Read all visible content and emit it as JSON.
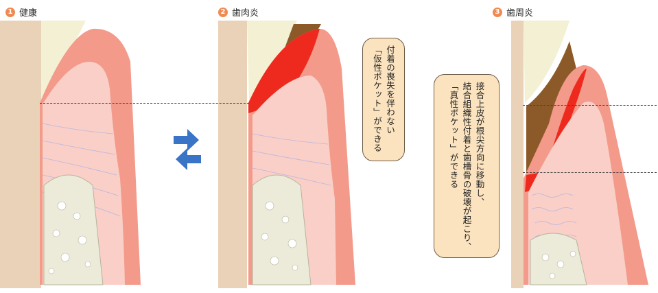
{
  "panels": [
    {
      "number": "1",
      "label": "健康"
    },
    {
      "number": "2",
      "label": "歯肉炎"
    },
    {
      "number": "3",
      "label": "歯周炎"
    }
  ],
  "callouts": {
    "gingivitis": "付着の喪失を伴わない\n「仮性ポケット」ができる",
    "periodontitis": "接合上皮が根尖方向に移動し、\n結合組織性付着と歯槽骨の破壊が起こり、\n「真性ポケット」ができる"
  },
  "icons": [
    "transition-arrows-icon"
  ],
  "colors": {
    "gum_outer": "#f39a8a",
    "gum_inner": "#f9cfc8",
    "tooth": "#f3f0d4",
    "bone": "#ecebd9",
    "root": "#ead2b8",
    "inflammation": "#ee2a1e",
    "plaque": "#8c5a28",
    "arrow": "#3a74c6",
    "callout_fill": "#fbe3bf",
    "badge": "#f08a52"
  }
}
